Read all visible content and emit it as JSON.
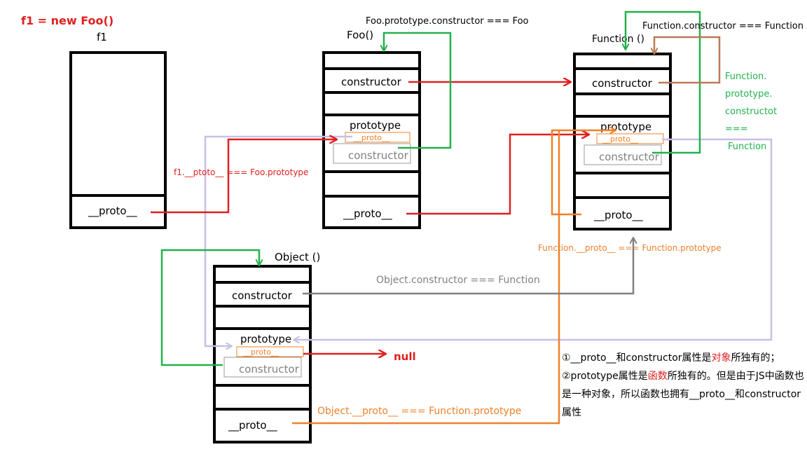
{
  "title": "f1 = new Foo()",
  "boxes": {
    "f1": {
      "label": "f1",
      "proto": "__proto__"
    },
    "foo": {
      "label": "Foo()",
      "constructor": "constructor",
      "prototype": "prototype",
      "inner_proto": "__proto__",
      "inner_constructor": "constructor",
      "proto": "__proto__"
    },
    "function": {
      "label": "Function ()",
      "constructor": "constructor",
      "prototype": "prototype",
      "inner_proto": "__proto__",
      "inner_constructor": "constructor",
      "proto": "__proto__"
    },
    "object": {
      "label": "Object ()",
      "constructor": "constructor",
      "prototype": "prototype",
      "inner_proto": "__proto__",
      "inner_constructor": "constructor",
      "proto": "__proto__"
    }
  },
  "annotations": {
    "foo_proto_constructor": "Foo.prototype.constructor === Foo",
    "function_constructor": "Function.constructor === Function",
    "function_prototype_constructor": [
      "Function.",
      "prototype.",
      "constructot",
      "===",
      "Function"
    ],
    "f1_proto": "f1.__ptoto__ === Foo.prototype",
    "function_proto": "Function.__proto__ === Function.prototype",
    "object_constructor": "Object.constructor === Function",
    "object_proto": "Object.__proto__ === Function.prototype",
    "null": "null"
  },
  "note": {
    "part1": "①__proto__和constructor属性是",
    "hl1": "对象",
    "part2": "所独有的；②prototype属性是",
    "hl2": "函数",
    "part3": "所独有的。但是由于JS中函数也是一种对象，所以函数也拥有__proto__和constructor属性"
  },
  "colors": {
    "red": "#e02020",
    "green": "#22b14c",
    "orange": "#f0802a",
    "brown": "#b97a57",
    "gray": "#808080",
    "lavender": "#c8bfe7",
    "black": "#000000"
  }
}
